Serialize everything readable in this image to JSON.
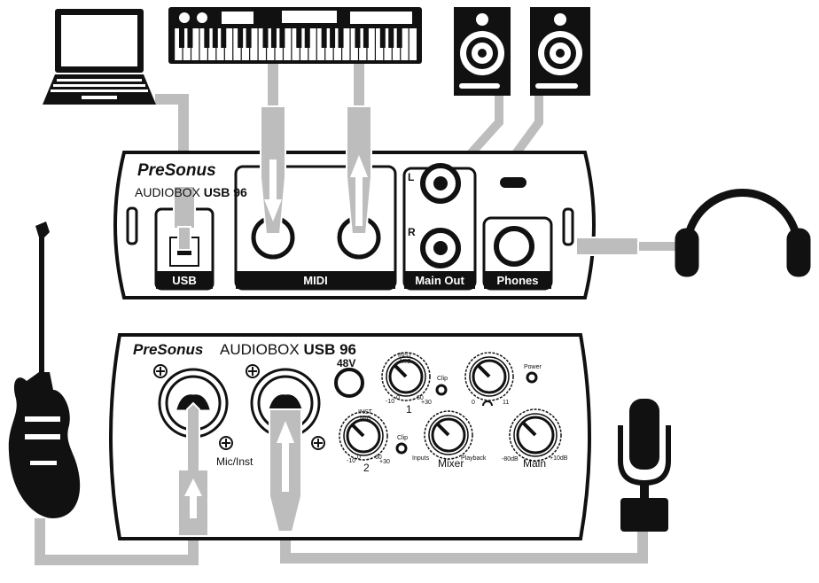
{
  "diagram": {
    "title": "AudioBox USB 96 connection diagram",
    "rear_panel": {
      "brand": "PreSonus",
      "registered": "®",
      "model_prefix": "AUDIOBOX",
      "model_suffix": "USB 96",
      "sections": {
        "usb": "USB",
        "midi": "MIDI",
        "main_out": "Main Out",
        "phones": "Phones"
      },
      "main_out_left": "L",
      "main_out_right": "R"
    },
    "front_panel": {
      "brand": "PreSonus",
      "model_prefix": "AUDIOBOX",
      "model_suffix": "USB 96",
      "phantom_label": "48V",
      "input_label": "Mic/Inst",
      "channel1": {
        "number": "1",
        "top": "INST",
        "sub": "MIC",
        "min": "-10",
        "mid_a": "0",
        "mid_b": "60",
        "max": "+30",
        "clip": "Clip"
      },
      "channel2": {
        "number": "2",
        "top": "INST",
        "sub": "MIC",
        "min": "-10",
        "mid_a": "0",
        "mid_b": "60",
        "max": "+30",
        "clip": "Clip"
      },
      "headphone_knob": {
        "min": "0",
        "max": "11"
      },
      "power_label": "Power",
      "mixer": {
        "label": "Mixer",
        "left": "Inputs",
        "right": "Playback"
      },
      "main": {
        "label": "Main",
        "min": "-80dB",
        "max": "+10dB"
      }
    },
    "colors": {
      "ink": "#111111",
      "cable": "#bdbdbd",
      "paper": "#ffffff"
    }
  }
}
